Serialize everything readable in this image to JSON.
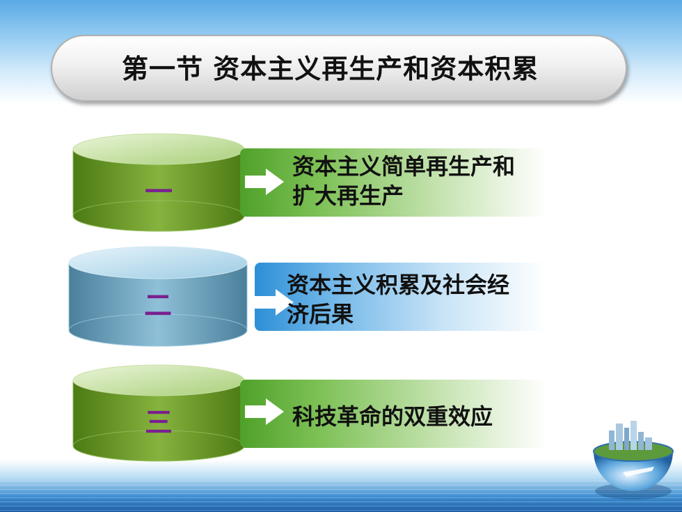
{
  "slide": {
    "title": "第一节 资本主义再生产和资本积累"
  },
  "items": [
    {
      "number": "一",
      "line1": "资本主义简单再生产和",
      "line2": "扩大再生产"
    },
    {
      "number": "二",
      "line1": "资本主义积累及社会经",
      "line2": "济后果"
    },
    {
      "number": "三",
      "line1": "科技革命的双重效应",
      "line2": ""
    }
  ],
  "colors": {
    "green_cylinder": "#5e8f1f",
    "blue_cylinder": "#6aa2c0",
    "number_color": "#7a1f8f",
    "green_bar": "#4fa12a",
    "blue_bar": "#2d8fd6"
  }
}
